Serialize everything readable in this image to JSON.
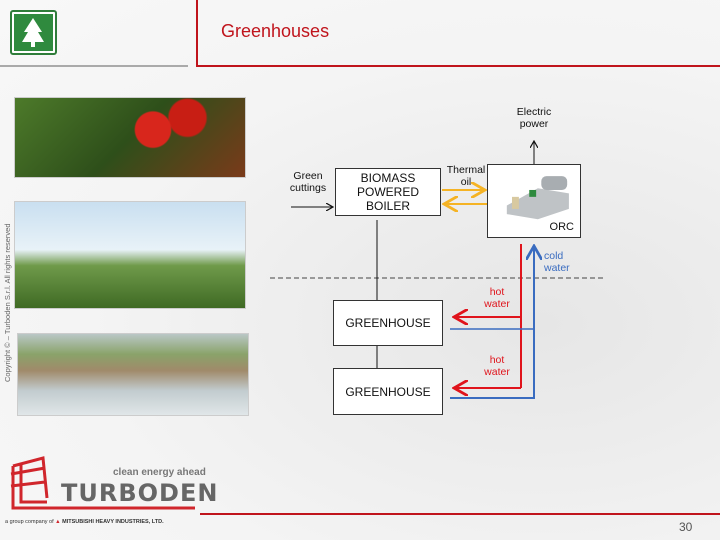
{
  "header": {
    "title": "Greenhouses",
    "logo_icon": "tree-house-icon"
  },
  "copyright": "Copyright © – Turboden S.r.l. All rights reserved",
  "photos": [
    "tomatoes-photo",
    "greenhouse-interior-photo",
    "greenhouse-aerial-photo"
  ],
  "diagram": {
    "input_label": "Green cuttings",
    "boiler": "BIOMASS POWERED BOILER",
    "thermal_oil": "Thermal oil",
    "orc": "ORC",
    "electric": "Electric power",
    "cold_water": "cold water",
    "hot_water_1": "hot water",
    "hot_water_2": "hot water",
    "greenhouse_1": "GREENHOUSE",
    "greenhouse_2": "GREENHOUSE",
    "colors": {
      "hot": "#e0141c",
      "cold": "#3a6cc0",
      "oil": "#f5b324"
    }
  },
  "footer": {
    "tagline": "clean energy ahead",
    "brand": "TURBODEN",
    "group": "a group company of",
    "parent": "MITSUBISHI HEAVY INDUSTRIES, LTD.",
    "page": "30"
  }
}
